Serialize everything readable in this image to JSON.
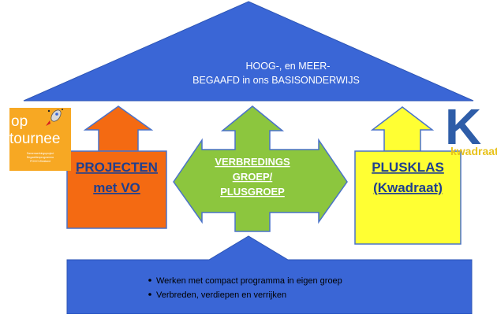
{
  "roof": {
    "line1": "HOOG-, en MEER-",
    "line2": "BEGAAFD in ons BASISONDERWIJS"
  },
  "left_box": {
    "line1": "PROJECTEN",
    "line2": "met VO"
  },
  "center_box": {
    "line1": "VERBREDINGS",
    "line2": "GROEP/",
    "line3": "PLUSGROEP"
  },
  "right_box": {
    "line1": "PLUSKLAS",
    "line2": "(Kwadraat)"
  },
  "foundation": {
    "bullets": [
      "Werken met compact programma in eigen groep",
      "Verbreden, verdiepen en verrijken"
    ]
  },
  "logo_left": {
    "line1": "op",
    "line2": "tournee",
    "small1": "Samenwerkingsproject",
    "small2": "Begaafdenprogramma",
    "small3": "PO/VO Westland"
  },
  "logo_right": {
    "letter": "K",
    "word": "kwadraat"
  },
  "colors": {
    "blue": "#3a66d6",
    "orange": "#f46a12",
    "green": "#8cc63e",
    "yellow": "#ffff33",
    "logo_orange": "#f7a823",
    "logo_blue": "#2e5da8"
  }
}
